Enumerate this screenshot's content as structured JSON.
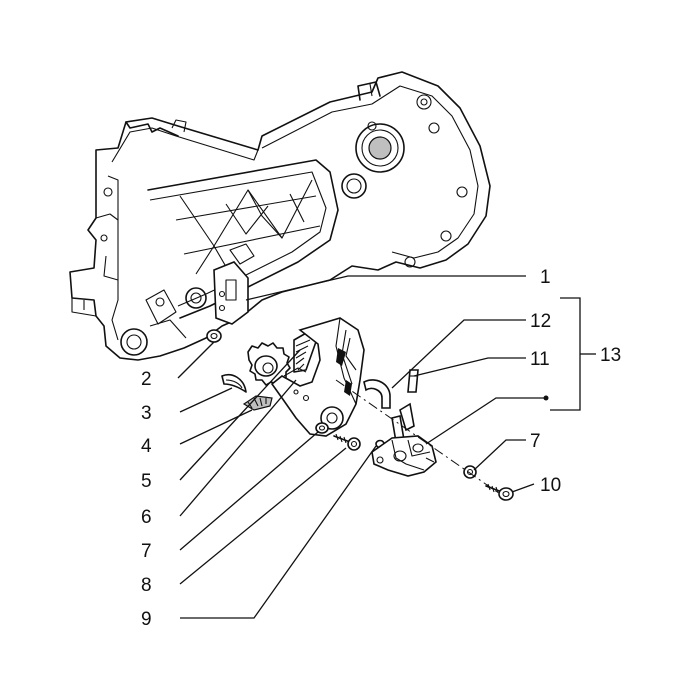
{
  "callouts": {
    "c1": "1",
    "c2": "2",
    "c3": "3",
    "c4": "4",
    "c5": "5",
    "c6": "6",
    "c7a": "7",
    "c8": "8",
    "c9": "9",
    "c10": "10",
    "c11": "11",
    "c12": "12",
    "c13": "13",
    "c7b": "7"
  }
}
